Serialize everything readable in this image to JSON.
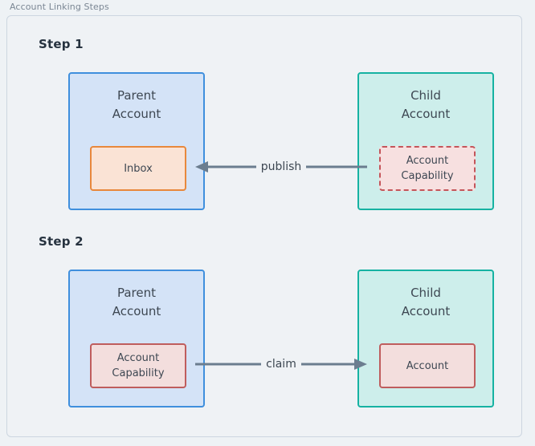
{
  "diagram": {
    "title": "Account Linking Steps",
    "background_color": "#eef2f5",
    "frame_border_color": "#ccd6e0",
    "steps": [
      {
        "label": "Step 1",
        "parent": {
          "title": "Parent\nAccount",
          "fill": "#d4e3f7",
          "border": "#3f8fdd",
          "resource": {
            "label": "Inbox",
            "fill": "#fae3d5",
            "border": "#e8883c",
            "border_style": "solid"
          }
        },
        "child": {
          "title": "Child\nAccount",
          "fill": "#cdeeeb",
          "border": "#16b2a2",
          "resource": {
            "label": "Account\nCapability",
            "fill": "#f7e0e0",
            "border": "#c4555a",
            "border_style": "dashed"
          }
        },
        "arrow": {
          "label": "publish",
          "direction": "left",
          "color": "#6b7d8f"
        }
      },
      {
        "label": "Step 2",
        "parent": {
          "title": "Parent\nAccount",
          "fill": "#d4e3f7",
          "border": "#3f8fdd",
          "resource": {
            "label": "Account\nCapability",
            "fill": "#f3dedd",
            "border": "#bf5d5d",
            "border_style": "solid"
          }
        },
        "child": {
          "title": "Child\nAccount",
          "fill": "#cdeeeb",
          "border": "#16b2a2",
          "resource": {
            "label": "Account",
            "fill": "#f3dedd",
            "border": "#bf5d5d",
            "border_style": "solid"
          }
        },
        "arrow": {
          "label": "claim",
          "direction": "right",
          "color": "#6b7d8f"
        }
      }
    ]
  }
}
